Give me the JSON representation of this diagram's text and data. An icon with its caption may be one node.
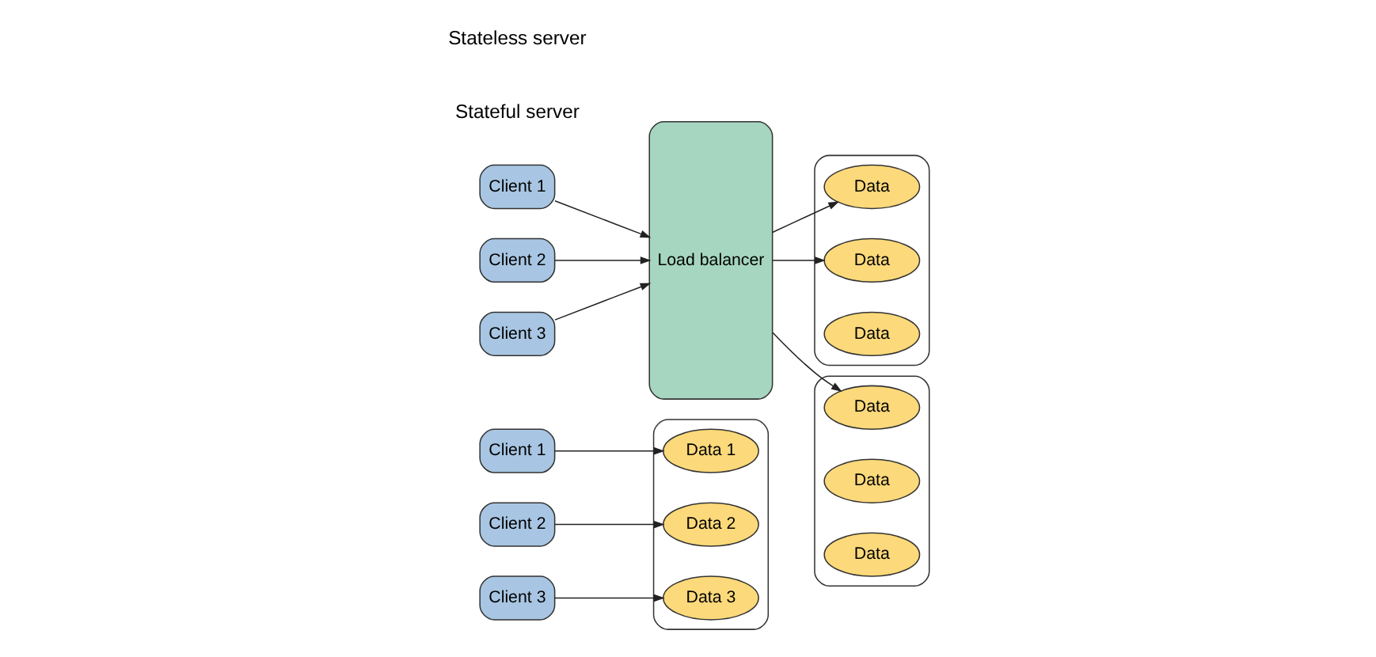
{
  "diagram": {
    "nodes": [
      {
        "text": [
          "Client 1"
        ]
      },
      {
        "text": [
          "Client 2"
        ]
      },
      {
        "text": [
          "Client 3"
        ]
      },
      {
        "text": [],
        "shape": "box"
      },
      {
        "text": [
          "Data 1"
        ],
        "in": 3
      },
      {
        "text": [
          "Data 2"
        ],
        "in": 3
      },
      {
        "text": [
          "Data 3"
        ],
        "in": 3
      },
      {
        "text": [
          "Client 1"
        ]
      },
      {
        "text": [
          "Client 2"
        ]
      },
      {
        "text": [
          "Client 3"
        ]
      },
      {
        "text": [
          "Load balancer"
        ]
      },
      {
        "text": [],
        "shape": "box"
      },
      {
        "text": [
          "Data"
        ],
        "in": 11
      },
      {
        "text": [
          "Data"
        ],
        "in": 11
      },
      {
        "text": [
          "Data"
        ],
        "in": 11
      },
      {
        "text": [],
        "shape": "box"
      },
      {
        "text": [
          "Data"
        ],
        "in": 15
      },
      {
        "text": [
          "Data"
        ],
        "in": 15
      },
      {
        "text": [
          "Data"
        ],
        "in": 15
      }
    ],
    "edges": [
      {
        "from": 0,
        "to": 4,
        "arrow": "to"
      },
      {
        "from": 1,
        "to": 5,
        "arrow": "to"
      },
      {
        "from": 2,
        "to": 6,
        "arrow": "to"
      },
      {
        "from": 7,
        "to": 10,
        "arrow": "to"
      },
      {
        "from": 8,
        "to": 10,
        "arrow": "to"
      },
      {
        "from": 9,
        "to": 10,
        "arrow": "to"
      },
      {
        "from": 10,
        "to": 12,
        "arrow": "to"
      },
      {
        "from": 10,
        "to": 13,
        "arrow": "to"
      },
      {
        "from": 10,
        "to": 16,
        "arrow": "to"
      }
    ],
    "labels": [
      "Stateful server",
      "Stateless server"
    ]
  }
}
